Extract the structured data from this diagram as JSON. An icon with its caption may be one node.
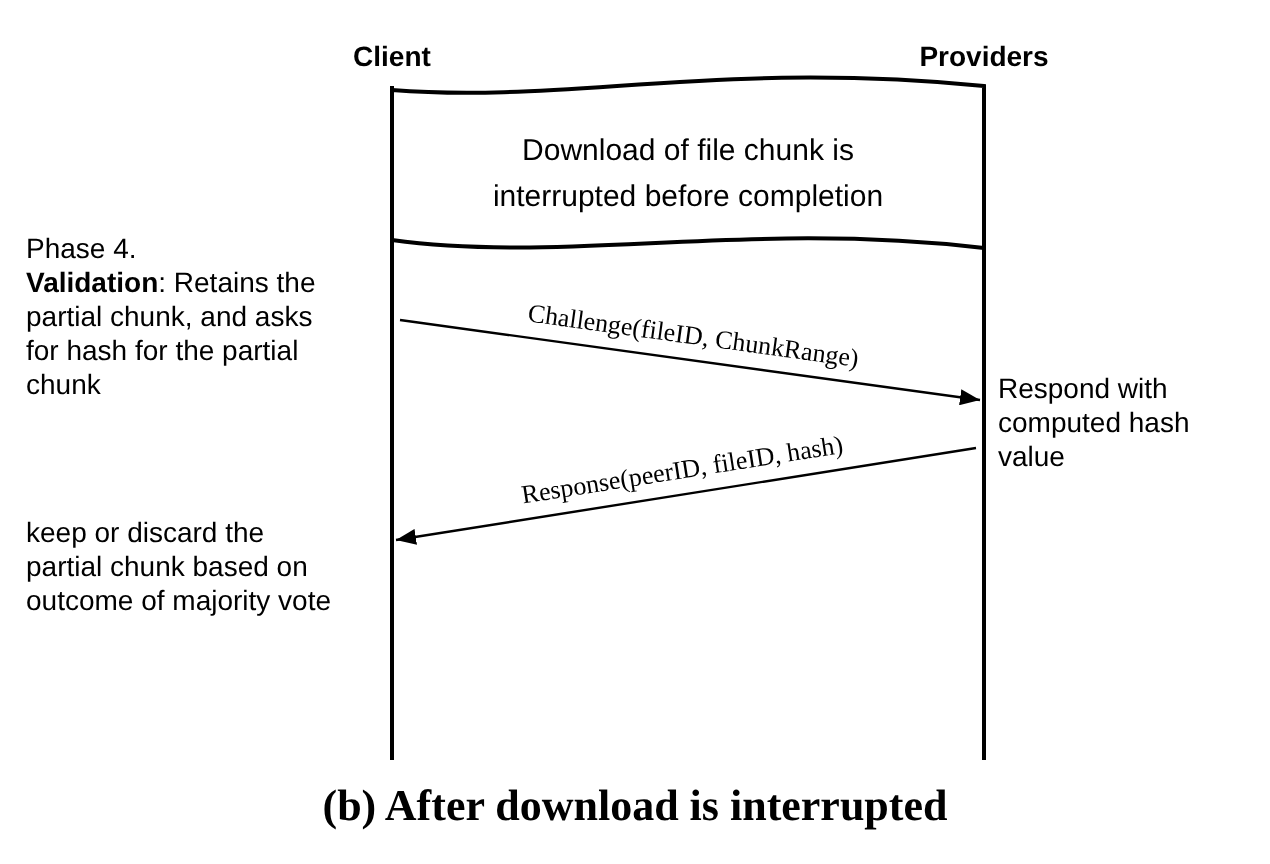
{
  "diagram": {
    "caption": "(b) After download is interrupted",
    "nodes": [
      {
        "text": [
          "Client"
        ]
      },
      {
        "text": [
          "Providers"
        ]
      },
      {
        "text": [
          "Download of file chunk is interrupted before completion"
        ]
      }
    ],
    "edges": [
      {
        "from": 0,
        "to": 1,
        "arrow": "to",
        "label": "Challenge(fileID, ChunkRange)"
      },
      {
        "from": 1,
        "to": 0,
        "arrow": "to",
        "label": "Response(peerID, fileID, hash)"
      }
    ],
    "labels": [
      "Phase 4.",
      "**Validation**: Retains the partial chunk, and asks for hash for the partial chunk",
      "Respond with computed hash value",
      "keep or discard the partial chunk based on outcome of majority vote"
    ]
  }
}
